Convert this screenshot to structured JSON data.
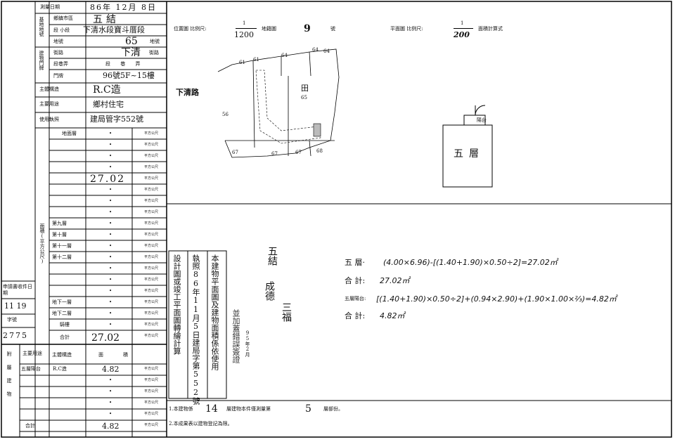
{
  "survey": {
    "date_label": "測量日期",
    "date_value": "86年 12月 8日",
    "site_label": "基地地號",
    "city_label": "鄉鎮市區",
    "city_value": "五結",
    "section_label": "段 小段",
    "section_value": "下清水段寶斗厝段",
    "lot_label": "地號",
    "lot_value": "65",
    "lot_suffix": "地號",
    "door_label": "建物門牌",
    "street_label": "街路",
    "street_value": "下清",
    "street_suffix": "街路",
    "alley_label": "段巷弄",
    "alley_value": "段 巷 弄",
    "number_label": "門牌",
    "number_value": "96號5F~15樓",
    "structure_label": "主體構造",
    "structure_value": "R.C造",
    "use_label": "主要用途",
    "use_value": "鄉村住宅",
    "license_label": "使用執照",
    "license_value": "建局管字552號",
    "ground_label": "地面層",
    "unit": "平方公尺",
    "dot": "•",
    "fifth_area": "27.02",
    "area_label": "面積(平方公尺)",
    "floor9": "第九層",
    "floor10": "第十層",
    "floor11": "第十一層",
    "floor12": "第十二層",
    "b1": "地下一層",
    "b2": "地下二層",
    "stair": "騎樓",
    "total_label": "合計",
    "total_value": "27.02",
    "recv_label": "申請書收件日期",
    "recv_value": "11 19",
    "word_label": "字號",
    "word_value": "2775"
  },
  "attached": {
    "section_label": "附屬建物",
    "col_use": "主要用途",
    "col_struct": "主體構造",
    "col_area": "面積",
    "row_use": "五層陽台",
    "row_struct": "R.C造",
    "row_area": "4.82",
    "total_label": "合計",
    "total_value": "4.82"
  },
  "location_map": {
    "label": "位置圖 比例尺:",
    "scale_num": "1",
    "scale_den": "1200",
    "sheet_label": "地籍圖",
    "sheet_value": "9",
    "sheet_suffix": "號",
    "road": "下清路",
    "parcel": "田",
    "parcel_no": "65",
    "lot_numbers": [
      "56",
      "61",
      "61",
      "64",
      "64",
      "64",
      "67",
      "67",
      "67",
      "68"
    ]
  },
  "plan": {
    "label": "平面圖 比例尺:",
    "scale_num": "1",
    "scale_den": "200",
    "calc_label": "面積計算式",
    "floor_name": "五層",
    "balcony": "陽台"
  },
  "calc": {
    "line1_label": "五 層·",
    "line1": "(4.00×6.96)-[(1.40+1.90)×0.50÷2]=27.02㎡",
    "line2_label": "合 計:",
    "line2": "27.02㎡",
    "line3_label": "五層陽台:",
    "line3": "[(1.40+1.90)×0.50÷2]+(0.94×2.90)+(1.90×1.00×⅔)=4.82㎡",
    "line4_label": "合 計:",
    "line4": "4.82㎡"
  },
  "note_box": {
    "col1": "設計圖或竣工平面圖轉繪計算",
    "col2": "執照86年11月5日建局字第552號",
    "col3": "本建物平面圖及建物面積係依使用"
  },
  "stamp": {
    "text": "並加蓋錯誤簽證",
    "side": "95年2月",
    "seal1": "五結",
    "seal2": "成德",
    "seal3": "三福"
  },
  "footnotes": {
    "n1a": "1.本建物係",
    "n1b": "14",
    "n1c": "層建物本件僅測量第",
    "n1d": "5",
    "n1e": "層部份。",
    "n2": "2.本成果表以建物登記為限。"
  }
}
